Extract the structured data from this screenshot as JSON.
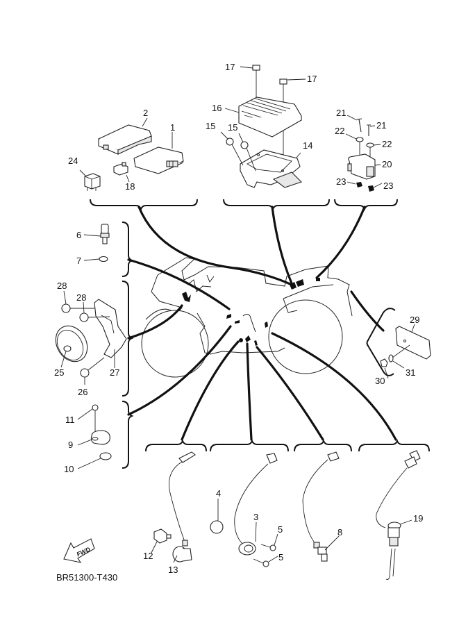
{
  "diagram": {
    "title_code": "BR51300-T430",
    "fwd_label": "FWD",
    "groups": [
      {
        "name": "ecu-relay-group",
        "parts": [
          "1",
          "2",
          "18",
          "24"
        ]
      },
      {
        "name": "rectifier-regulator-group",
        "parts": [
          "14",
          "15",
          "16",
          "17"
        ]
      },
      {
        "name": "fuse-box-group",
        "parts": [
          "20",
          "21",
          "22",
          "23"
        ]
      },
      {
        "name": "temperature-sensor-group",
        "parts": [
          "6",
          "7"
        ]
      },
      {
        "name": "horn-group",
        "parts": [
          "25",
          "26",
          "27",
          "28"
        ]
      },
      {
        "name": "sensor-cover-group",
        "parts": [
          "9",
          "10",
          "11"
        ]
      },
      {
        "name": "reflector-group",
        "parts": [
          "29",
          "30",
          "31"
        ]
      },
      {
        "name": "pressure-sensor-group",
        "parts": [
          "12",
          "13"
        ]
      },
      {
        "name": "speed-sensor-group",
        "parts": [
          "3",
          "4",
          "5"
        ]
      },
      {
        "name": "oxygen-sensor-group",
        "parts": [
          "8"
        ]
      },
      {
        "name": "sidestand-switch-group",
        "parts": [
          "19"
        ]
      }
    ],
    "labels": {
      "p1": "1",
      "p2": "2",
      "p3": "3",
      "p4": "4",
      "p5a": "5",
      "p5b": "5",
      "p6": "6",
      "p7": "7",
      "p8": "8",
      "p9": "9",
      "p10": "10",
      "p11": "11",
      "p12": "12",
      "p13": "13",
      "p14": "14",
      "p15a": "15",
      "p15b": "15",
      "p16": "16",
      "p17a": "17",
      "p17b": "17",
      "p18": "18",
      "p19": "19",
      "p20": "20",
      "p21a": "21",
      "p21b": "21",
      "p22a": "22",
      "p22b": "22",
      "p23a": "23",
      "p23b": "23",
      "p24": "24",
      "p25": "25",
      "p26": "26",
      "p27": "27",
      "p28a": "28",
      "p28b": "28",
      "p29": "29",
      "p30": "30",
      "p31": "31"
    }
  }
}
